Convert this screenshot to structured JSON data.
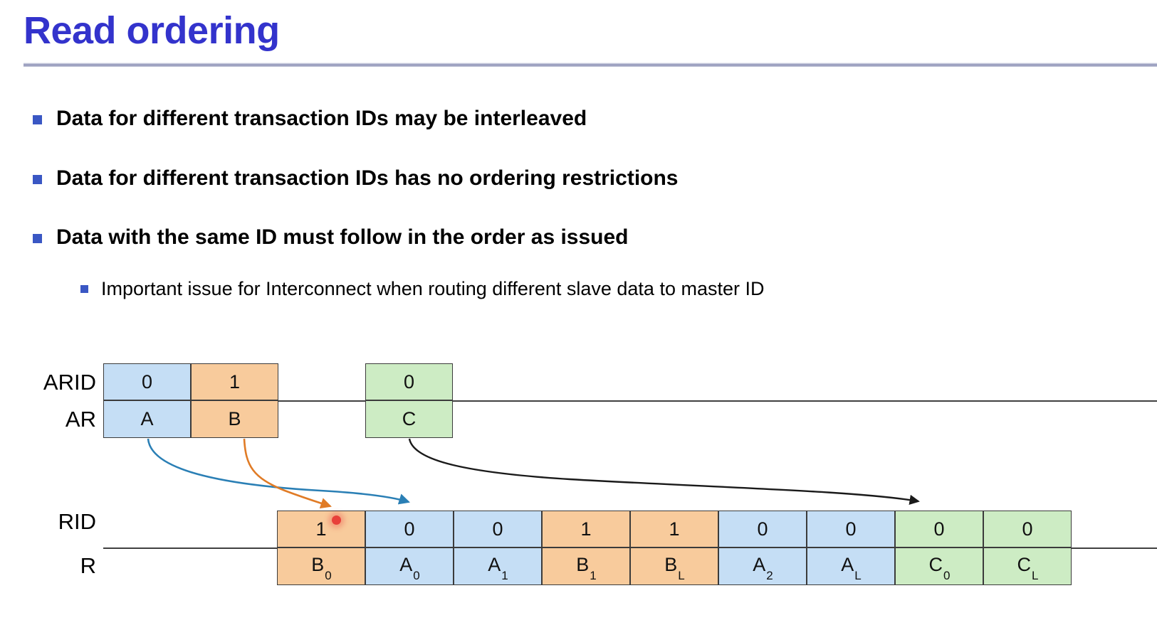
{
  "slide": {
    "title": "Read ordering",
    "bullets": [
      {
        "level": 1,
        "text": "Data for different transaction IDs may be interleaved"
      },
      {
        "level": 1,
        "text": "Data for different transaction IDs has no ordering restrictions"
      },
      {
        "level": 1,
        "text": "Data with the same ID must follow in the order as issued"
      },
      {
        "level": 2,
        "text": "Important issue for Interconnect when routing different slave data to master ID"
      }
    ]
  },
  "diagram": {
    "row_labels": {
      "arid": "ARID",
      "ar": "AR",
      "rid": "RID",
      "r": "R"
    },
    "address_channel": {
      "group1": [
        {
          "id": "0",
          "cmd": "A",
          "color": "blue"
        },
        {
          "id": "1",
          "cmd": "B",
          "color": "orange"
        }
      ],
      "group2": [
        {
          "id": "0",
          "cmd": "C",
          "color": "green"
        }
      ]
    },
    "read_channel": [
      {
        "rid": "1",
        "data": "B",
        "beat": "0",
        "color": "orange"
      },
      {
        "rid": "0",
        "data": "A",
        "beat": "0",
        "color": "blue"
      },
      {
        "rid": "0",
        "data": "A",
        "beat": "1",
        "color": "blue"
      },
      {
        "rid": "1",
        "data": "B",
        "beat": "1",
        "color": "orange"
      },
      {
        "rid": "1",
        "data": "B",
        "beat": "L",
        "color": "orange"
      },
      {
        "rid": "0",
        "data": "A",
        "beat": "2",
        "color": "blue"
      },
      {
        "rid": "0",
        "data": "A",
        "beat": "L",
        "color": "blue"
      },
      {
        "rid": "0",
        "data": "C",
        "beat": "0",
        "color": "green"
      },
      {
        "rid": "0",
        "data": "C",
        "beat": "L",
        "color": "green"
      }
    ],
    "arrows": [
      {
        "name": "a-to-a0",
        "color": "#2a7fb5"
      },
      {
        "name": "b-to-b0",
        "color": "#e07b26"
      },
      {
        "name": "c-to-c0",
        "color": "#1a1a1a"
      }
    ],
    "colors": {
      "blue": "#c5def5",
      "orange": "#f8cb9c",
      "green": "#cdecc4",
      "title": "#3333cc",
      "bullet_marker": "#3a57c4",
      "cursor": "#e8403a"
    }
  }
}
